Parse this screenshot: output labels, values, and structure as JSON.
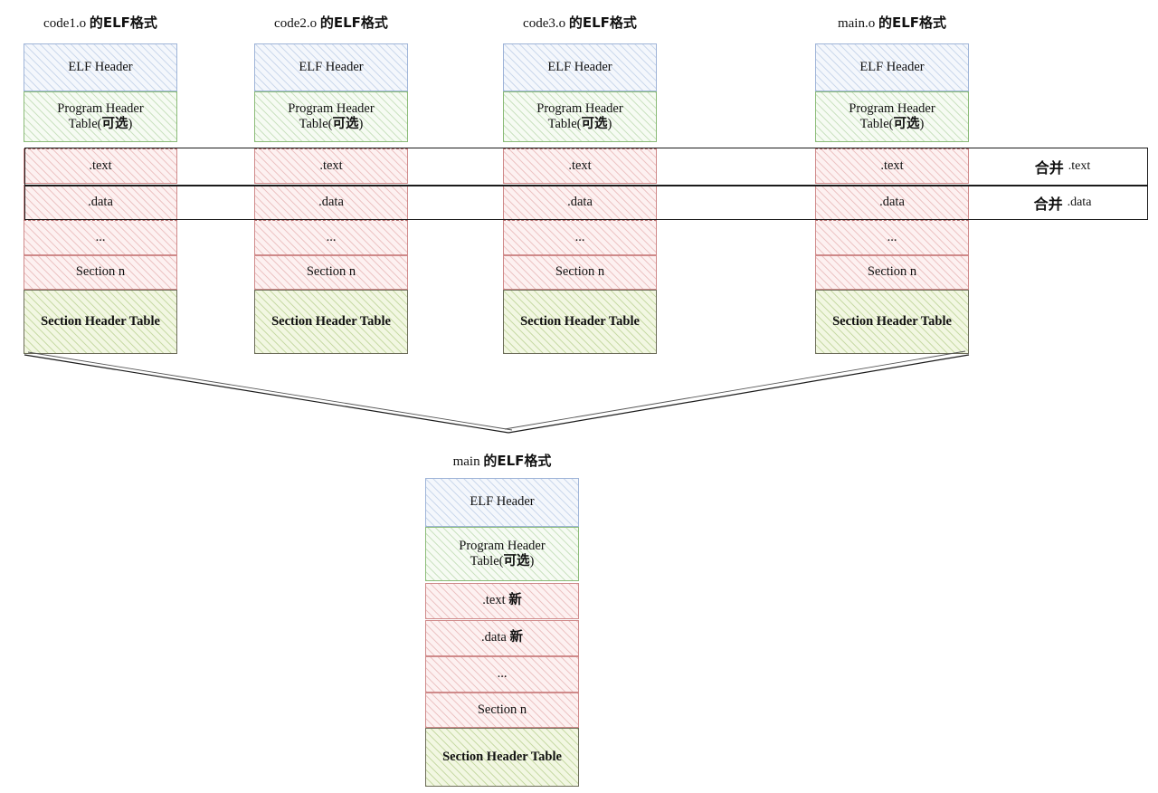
{
  "diagram": {
    "title_suffix_zh": "的ELF格式",
    "merge_word_zh": "合并",
    "object_columns": [
      {
        "name": "code1.o",
        "title_prefix": "code1.o",
        "sections": [
          {
            "label": "ELF Header",
            "style": "blue"
          },
          {
            "label": "Program Header",
            "label2": "Table(",
            "label2_zh": "可选",
            "label2_tail": ")",
            "style": "green"
          },
          {
            "label": ".text",
            "style": "red"
          },
          {
            "label": ".data",
            "style": "red"
          },
          {
            "label": "...",
            "style": "red"
          },
          {
            "label": "Section n",
            "style": "red"
          },
          {
            "label": "Section Header Table",
            "style": "olive"
          }
        ]
      },
      {
        "name": "code2.o",
        "title_prefix": "code2.o",
        "sections": [
          {
            "label": "ELF Header",
            "style": "blue"
          },
          {
            "label": "Program Header",
            "label2": "Table(",
            "label2_zh": "可选",
            "label2_tail": ")",
            "style": "green"
          },
          {
            "label": ".text",
            "style": "red"
          },
          {
            "label": ".data",
            "style": "red"
          },
          {
            "label": "...",
            "style": "red"
          },
          {
            "label": "Section n",
            "style": "red"
          },
          {
            "label": "Section Header Table",
            "style": "olive"
          }
        ]
      },
      {
        "name": "code3.o",
        "title_prefix": "code3.o",
        "sections": [
          {
            "label": "ELF Header",
            "style": "blue"
          },
          {
            "label": "Program Header",
            "label2": "Table(",
            "label2_zh": "可选",
            "label2_tail": ")",
            "style": "green"
          },
          {
            "label": ".text",
            "style": "red"
          },
          {
            "label": ".data",
            "style": "red"
          },
          {
            "label": "...",
            "style": "red"
          },
          {
            "label": "Section n",
            "style": "red"
          },
          {
            "label": "Section Header Table",
            "style": "olive"
          }
        ]
      },
      {
        "name": "main.o",
        "title_prefix": "main.o",
        "sections": [
          {
            "label": "ELF Header",
            "style": "blue"
          },
          {
            "label": "Program Header",
            "label2": "Table(",
            "label2_zh": "可选",
            "label2_tail": ")",
            "style": "green"
          },
          {
            "label": ".text",
            "style": "red"
          },
          {
            "label": ".data",
            "style": "red"
          },
          {
            "label": "...",
            "style": "red"
          },
          {
            "label": "Section n",
            "style": "red"
          },
          {
            "label": "Section Header Table",
            "style": "olive"
          }
        ]
      }
    ],
    "merge_rows": [
      {
        "word_zh": "合并",
        "section": ".text"
      },
      {
        "word_zh": "合并",
        "section": ".data"
      }
    ],
    "output_column": {
      "name": "main",
      "title_prefix": "main",
      "sections": [
        {
          "label": "ELF Header",
          "style": "blue"
        },
        {
          "label": "Program Header",
          "label2": "Table(",
          "label2_zh": "可选",
          "label2_tail": ")",
          "style": "green"
        },
        {
          "label": ".text ",
          "label_zh": "新",
          "style": "red"
        },
        {
          "label": ".data ",
          "label_zh": "新",
          "style": "red"
        },
        {
          "label": "...",
          "style": "red"
        },
        {
          "label": "Section n",
          "style": "red"
        },
        {
          "label": "Section Header Table",
          "style": "olive"
        }
      ]
    },
    "colors": {
      "blue_border": "#9fb4d8",
      "green_border": "#8bbb78",
      "red_border": "#cf8a8a",
      "olive_border": "#6d6d5a",
      "line": "#1b1b1b"
    }
  }
}
